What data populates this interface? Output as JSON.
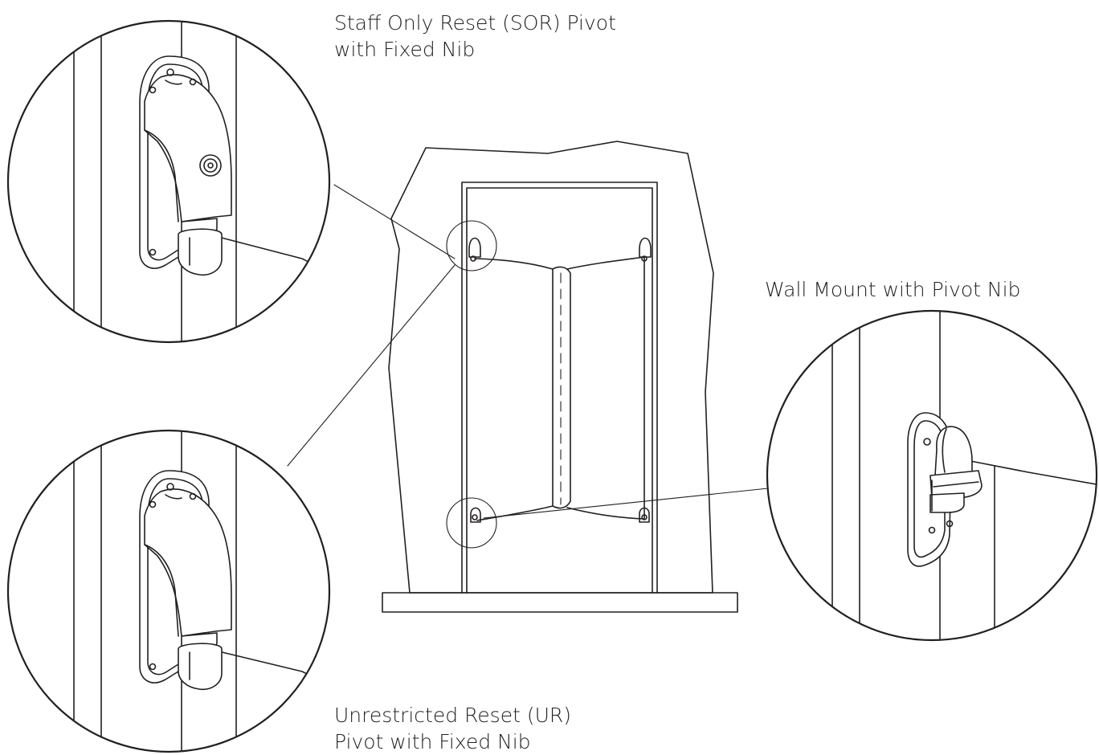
{
  "labels": {
    "sor_line1": "Staff Only Reset (SOR) Pivot",
    "sor_line2": "with Fixed Nib",
    "wall_mount": "Wall Mount with Pivot Nib",
    "ur_line1": "Unrestricted Reset (UR)",
    "ur_line2": "Pivot with Fixed Nib"
  },
  "colors": {
    "line": "#231f20",
    "background": "#ffffff"
  }
}
